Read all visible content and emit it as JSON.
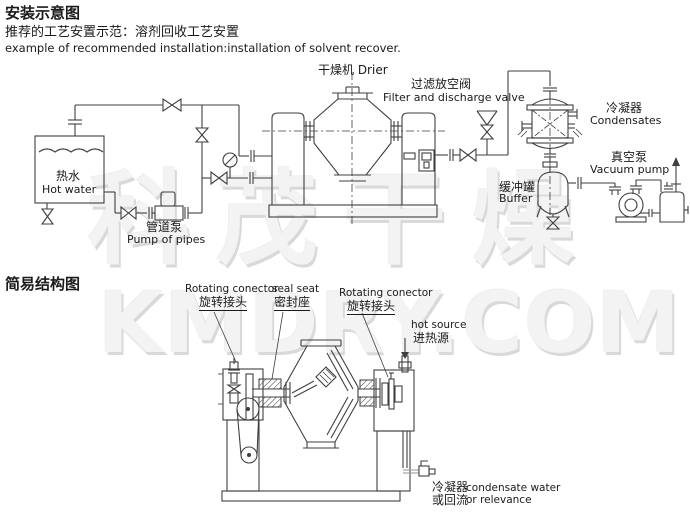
{
  "header": {
    "title": "安装示意图",
    "subtitle_cn": "推荐的工艺安置示范：溶剂回收工艺安置",
    "subtitle_en": "example of recommended installation:installation of solvent recover."
  },
  "installation": {
    "hot_water_cn": "热水",
    "hot_water_en": "Hot water",
    "pump_cn": "管道泵",
    "pump_en": "Pump of pipes",
    "drier": "干燥机 Drier",
    "filter_valve_cn": "过滤放空阀",
    "filter_valve_en": "Filter and discharge valve",
    "condenser_cn": "冷凝器",
    "condenser_en": "Condensates",
    "buffer_cn": "缓冲罐",
    "buffer_en": "Buffer",
    "vacuum_cn": "真空泵",
    "vacuum_en": "Vacuum pump"
  },
  "structure": {
    "title": "简易结构图",
    "rotating_left_en": "Rotating conector",
    "rotating_left_cn": "旋转接头",
    "seal_en": "seal seat",
    "seal_cn": "密封座",
    "rotating_right_en": "Rotating conector",
    "rotating_right_cn": "旋转接头",
    "hot_source_en": "hot source",
    "hot_source_cn": "进热源",
    "drain_cn_line1": "冷凝器",
    "drain_cn_line2": "或回流",
    "drain_en_line1": "condensate water",
    "drain_en_line2": "or relevance"
  },
  "watermark": {
    "top": "科茂干燥",
    "bottom": "KMDRY.COM"
  },
  "colors": {
    "line": "#3f3f3f",
    "text": "#1a1a1a",
    "watermark": "#e5e5e5"
  }
}
